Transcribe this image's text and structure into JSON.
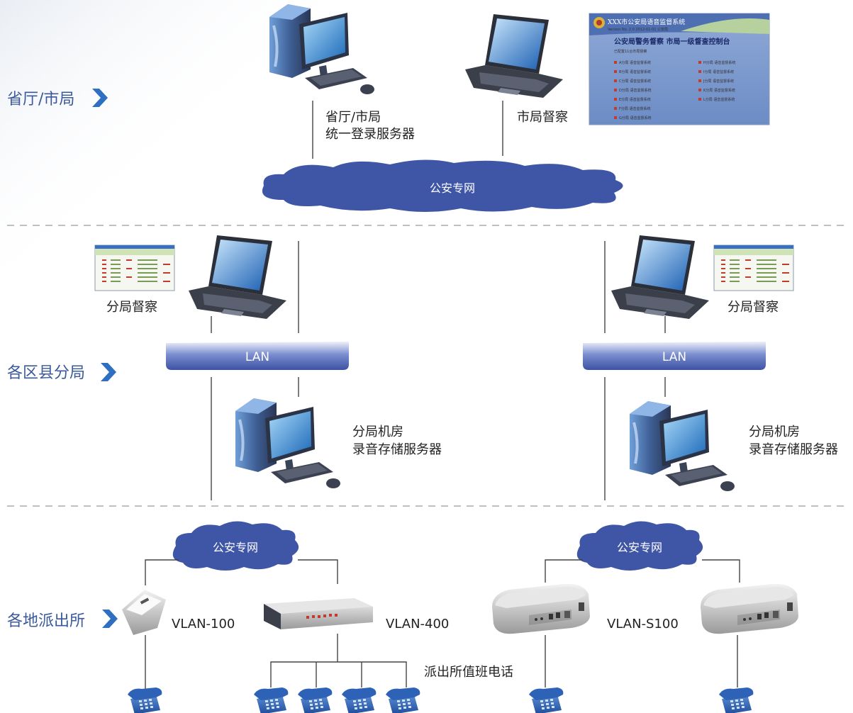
{
  "tiers": {
    "province": "省厅/市局",
    "district": "各区县分局",
    "station": "各地派出所"
  },
  "nodes": {
    "login_server": [
      "省厅/市局",
      "统一登录服务器"
    ],
    "city_supervision": "市局督察",
    "branch_supervision_left": "分局督察",
    "branch_supervision_right": "分局督察",
    "branch_server_left": [
      "分局机房",
      "录音存储服务器"
    ],
    "branch_server_right": [
      "分局机房",
      "录音存储服务器"
    ],
    "vlan100": "VLAN-100",
    "vlan400": "VLAN-400",
    "vlans100": "VLAN-S100",
    "duty_phones": "派出所值班电话"
  },
  "networks": {
    "top_cloud": "公安专网",
    "bottom_cloud_left": "公安专网",
    "bottom_cloud_right": "公安专网",
    "lan_left": "LAN",
    "lan_right": "LAN"
  },
  "screenshot": {
    "title": "XXX市公安局语音监督系统",
    "subtitle": "Version No. 2.0  2012-01-01  公安局",
    "heading": "公安局警务督察  市局一级督查控制台",
    "caption": "已配置11台市局督察",
    "items_left": [
      "A分局 语音监督系统",
      "B分局 语音监督系统",
      "C分局 语音监督系统",
      "D分局 语音监督系统",
      "E分局 语音监督系统",
      "F分局 语音监督系统",
      "G分局 语音监督系统"
    ],
    "items_right": [
      "H分局 语音监督系统",
      "I分局 语音监督系统",
      "J分局 语音监督系统",
      "K分局 语音监督系统",
      "L分局 语音监督系统"
    ]
  },
  "colors": {
    "tier_text": "#3a5a9c",
    "cloud": "#3f56a6",
    "lan": "#4a62ad",
    "arrow": "#2e6fc2"
  },
  "icons": [
    "desktop-computer-icon",
    "laptop-icon",
    "screenshot-panel-icon",
    "cloud-icon",
    "lan-bar-icon",
    "gateway-box-icon",
    "switch-box-icon",
    "router-icon",
    "telephone-icon"
  ]
}
